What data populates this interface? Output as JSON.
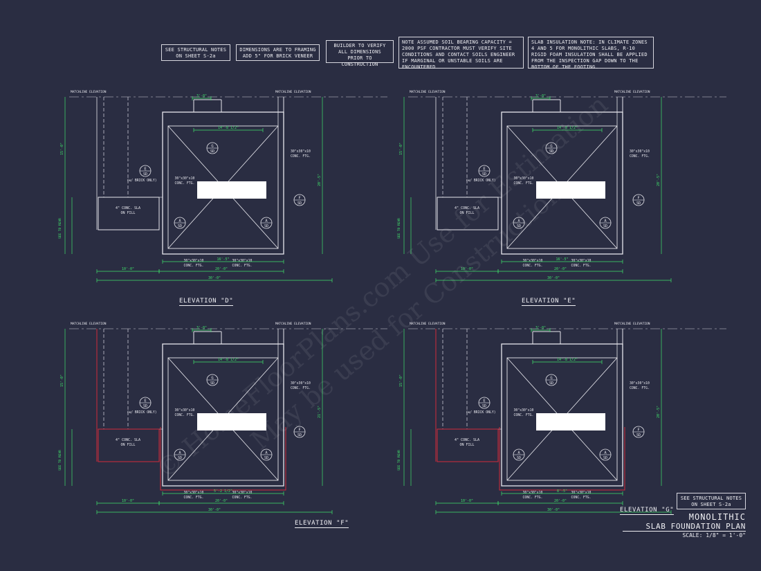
{
  "notes": {
    "structural": "SEE STRUCTURAL NOTES ON SHEET S-2a",
    "dimensions": "DIMENSIONS ARE TO FRAMING ADD 5\" FOR BRICK VENEER",
    "builder": "BUILDER TO VERIFY ALL DIMENSIONS PRIOR TO CONSTRUCTION",
    "soil": "NOTE ASSUMED SOIL BEARING CAPACITY = 2000 PSF CONTRACTOR MUST VERIFY SITE CONDITIONS AND CONTACT SOILS ENGINEER IF MARGINAL OR UNSTABLE SOILS ARE ENCOUNTERED",
    "insulation": "SLAB INSULATION NOTE: IN CLIMATE ZONES 4 AND 5 FOR MONOLITHIC SLABS, R-10 RIGID FOAM INSULATION SHALL BE APPLIED FROM THE INSPECTION GAP DOWN TO THE BOTTOM OF THE FOOTING.",
    "structural_bottom": "SEE STRUCTURAL NOTES ON SHEET S-2a"
  },
  "title": {
    "line1": "MONOLITHIC",
    "line2": "SLAB FOUNDATION PLAN",
    "scale": "SCALE: 1/8\" = 1'-0\""
  },
  "labels": {
    "matchline": "MATCHLINE ELEVATION",
    "footing": "30\"x30\"x10\" CONC. FTG.",
    "slab": "4\" CONC. SLAB ON FILL",
    "brick": "(w/ BRICK ONLY)",
    "to_rear": "SEE TO REAR"
  },
  "elevations": [
    {
      "name": "ELEVATION \"D\"",
      "dims": {
        "top": "3'-0\"",
        "overall": "30'-0\"",
        "left": "10'-0\"",
        "mid": "20'-0\"",
        "inner": "16'-5\"",
        "side": "14'-8 1/2\"",
        "height": "20'-5\"",
        "left_h": "15'-0\""
      }
    },
    {
      "name": "ELEVATION \"E\"",
      "dims": {
        "top": "3'-0\"",
        "overall": "30'-0\"",
        "left": "10'-0\"",
        "mid": "20'-0\"",
        "inner": "16'-5\"",
        "side": "14'-8 1/2\"",
        "height": "20'-5\"",
        "left_h": "15'-0\""
      }
    },
    {
      "name": "ELEVATION \"F\"",
      "dims": {
        "top": "3'-0\"",
        "overall": "30'-0\"",
        "left": "10'-0\"",
        "mid": "20'-0\"",
        "inner": "5'-2 1/2\"",
        "side": "14'-8 1/2\"",
        "height": "21'-5\"",
        "left_h": "15'-0\""
      }
    },
    {
      "name": "ELEVATION \"G\"",
      "dims": {
        "top": "3'-0\"",
        "overall": "30'-0\"",
        "left": "10'-0\"",
        "mid": "20'-0\"",
        "inner": "8'-5\"",
        "side": "14'-8 1/2\"",
        "height": "20'-5\"",
        "left_h": "15'-0\""
      }
    }
  ],
  "markers": {
    "g": "G",
    "e": "E",
    "a": "A",
    "f": "F",
    "sheet": "SD"
  },
  "watermark": "© HomeFloorPlans.com Use for Estimation May be used for Construction",
  "colors": {
    "background": "#2a2d42",
    "dimension": "#3fe36b",
    "line": "#e8e8ee",
    "red": "#d22a3a"
  }
}
